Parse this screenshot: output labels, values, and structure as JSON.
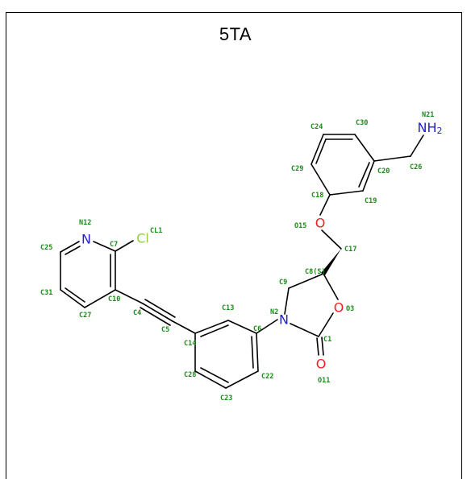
{
  "title": "5TA",
  "colors": {
    "carbon": "#000000",
    "nitrogen": "#2222cc",
    "oxygen": "#ee2222",
    "chlorine": "#8fcf3c",
    "label": "#1a8a1a"
  },
  "atoms": [
    {
      "id": "N12_atom",
      "text": "N",
      "color": "nitrogen"
    },
    {
      "id": "CL1_atom",
      "text": "Cl",
      "color": "chlorine"
    },
    {
      "id": "O15_atom",
      "text": "O",
      "color": "oxygen"
    },
    {
      "id": "N2_atom",
      "text": "N",
      "color": "nitrogen"
    },
    {
      "id": "O3_atom",
      "text": "O",
      "color": "oxygen"
    },
    {
      "id": "O11_atom",
      "text": "O",
      "color": "oxygen"
    },
    {
      "id": "N21_atom",
      "text": "NH",
      "sub": "2",
      "color": "nitrogen"
    }
  ],
  "labels": [
    "N21",
    "C30",
    "C24",
    "C26",
    "C20",
    "C29",
    "C18",
    "C19",
    "O15",
    "C17",
    "N12",
    "CL1",
    "C25",
    "C7",
    "C8(S)",
    "C9",
    "C31",
    "C10",
    "C27",
    "C4",
    "C13",
    "N2",
    "O3",
    "C5",
    "C6",
    "C1",
    "C14",
    "C28",
    "C22",
    "O11",
    "C23"
  ]
}
